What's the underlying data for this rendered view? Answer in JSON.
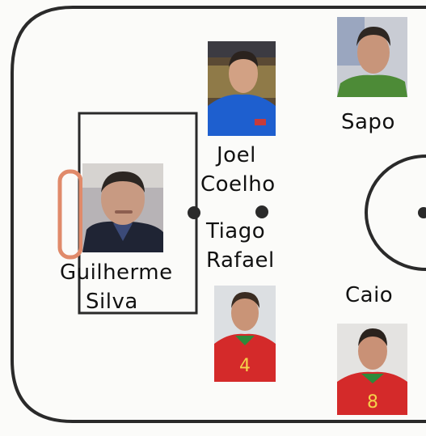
{
  "players": {
    "sapo": {
      "name": "Sapo"
    },
    "joel": {
      "line1": "Joel",
      "line2": "Coelho"
    },
    "tiago": {
      "line1": "Tiago",
      "line2": "Rafael"
    },
    "guilherme": {
      "line1": "Guilherme",
      "line2": "Silva"
    },
    "caio": {
      "name": "Caio"
    }
  },
  "jerseys": {
    "tiago_number": "4",
    "caio_number": "8"
  },
  "colors": {
    "court_line": "#222222",
    "goal": "#e08a6a",
    "jersey_red": "#d42a2a",
    "jersey_green": "#2e8a3a",
    "blue_shirt": "#1e5fcf"
  }
}
